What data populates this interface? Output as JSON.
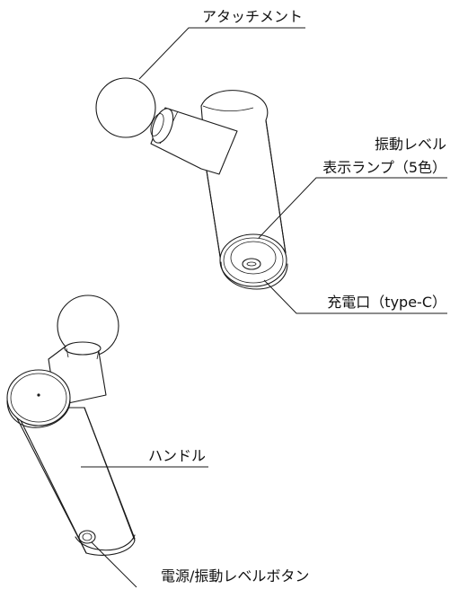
{
  "labels": {
    "attachment": "アタッチメント",
    "lamp_line1": "振動レベル",
    "lamp_line2": "表示ランプ（5色）",
    "charging_port": "充電口（type-C）",
    "handle": "ハンドル",
    "power_button": "電源/振動レベルボタン"
  }
}
